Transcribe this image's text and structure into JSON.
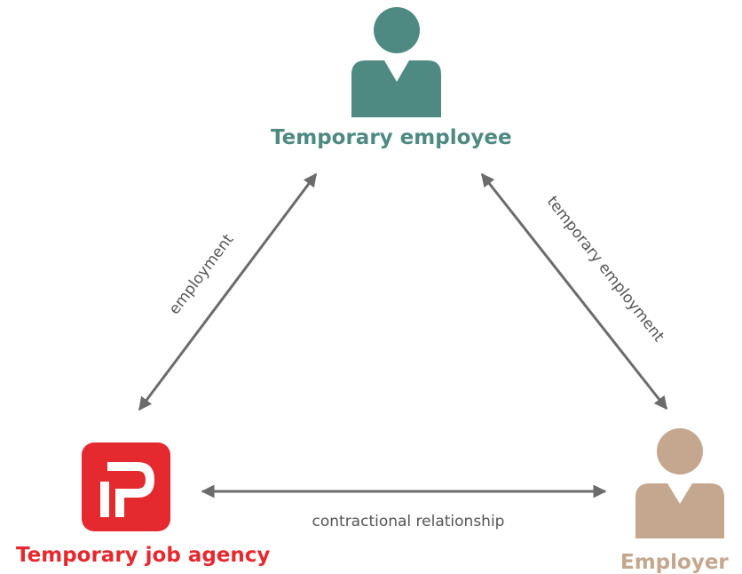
{
  "nodes": {
    "employee": {
      "label": "Temporary employee",
      "icon": "person-icon",
      "color": "#4f8a82"
    },
    "agency": {
      "label": "Temporary job agency",
      "icon": "agency-logo-icon",
      "color": "#e52a2f"
    },
    "employer": {
      "label": "Employer",
      "icon": "person-icon",
      "color": "#c4a78e"
    }
  },
  "edges": {
    "employment": "employment",
    "temporary_employment": "temporary employment",
    "contract": "contractional relationship"
  },
  "colors": {
    "arrow": "#6b6b6b",
    "edge_text": "#555555"
  }
}
